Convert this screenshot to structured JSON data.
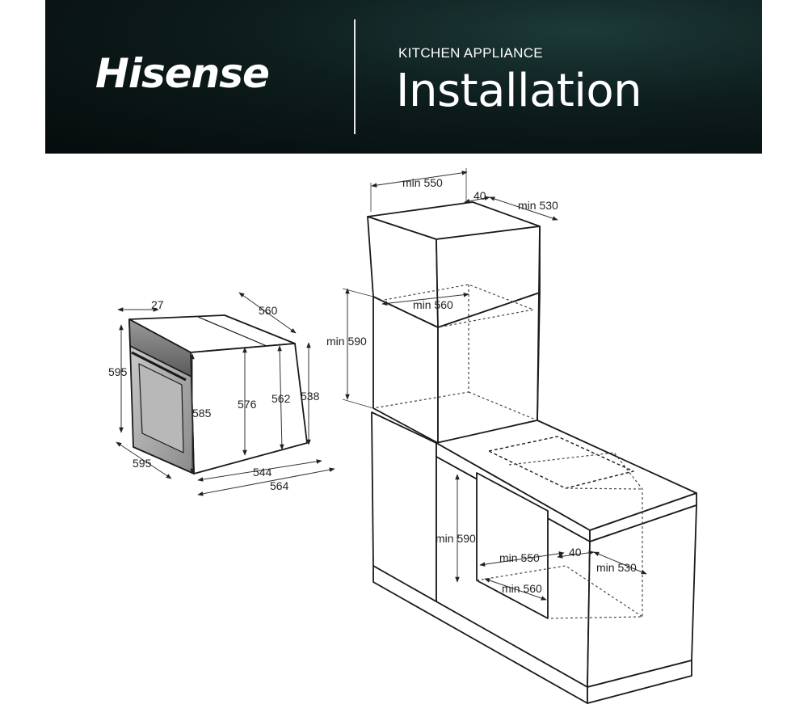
{
  "header": {
    "brand": "Hisense",
    "subtitle": "KITCHEN APPLIANCE",
    "title": "Installation"
  },
  "oven_dimensions": {
    "top_depth": "27",
    "top_width": "560",
    "front_height": "595",
    "door_height": "585",
    "body_height": "576",
    "rear_height": "562",
    "back_height": "538",
    "front_width": "595",
    "bottom_depth": "544",
    "overall_depth": "564"
  },
  "column_cabinet": {
    "width": "min 550",
    "offset": "40",
    "depth": "min 530",
    "inner_depth": "min 560",
    "niche_height": "min 590"
  },
  "under_counter_cabinet": {
    "niche_height": "min 590",
    "width": "min 550",
    "offset": "40",
    "depth": "min 530",
    "inner_depth": "min 560"
  },
  "colors": {
    "banner": "#0d1c1c",
    "line": "#1a1a1a",
    "dim": "#333333"
  }
}
